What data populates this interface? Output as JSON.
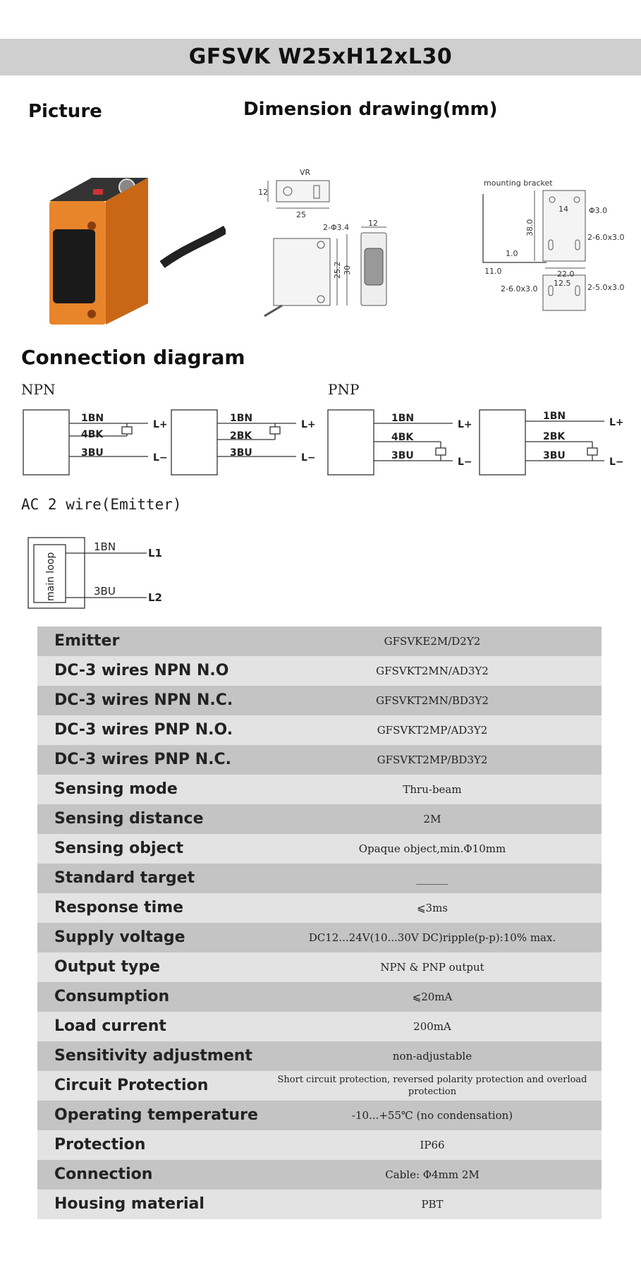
{
  "title": "GFSVK  W25xH12xL30",
  "sections": {
    "picture": "Picture",
    "dimension": "Dimension drawing(mm)",
    "connection": "Connection diagram"
  },
  "dimension_labels": {
    "vr": "VR",
    "h12": "12",
    "w25": "25",
    "hole": "2-Φ3.4",
    "top12": "12",
    "d252": "25.2",
    "d30": "30",
    "bracket": "mounting bracket",
    "b14": "14",
    "b30": "Φ3.0",
    "b380": "38.0",
    "b2603a": "2-6.0x3.0",
    "b10": "1.0",
    "b110": "11.0",
    "b220": "22.0",
    "b125": "12.5",
    "b2603b": "2-6.0x3.0",
    "b2503": "2-5.0x3.0"
  },
  "wiring": {
    "npn": "NPN",
    "pnp": "PNP",
    "ac": "AC 2 wire(Emitter)",
    "bn1": "1BN",
    "bk4": "4BK",
    "bu3": "3BU",
    "bk2": "2BK",
    "lplus": "L+",
    "lminus": "L−",
    "l1": "L1",
    "l2": "L2",
    "mainloop": "main loop"
  },
  "specs": [
    {
      "k": "Emitter",
      "v": "GFSVKE2M/D2Y2"
    },
    {
      "k": "DC-3 wires NPN N.O",
      "v": "GFSVKT2MN/AD3Y2"
    },
    {
      "k": "DC-3 wires NPN N.C.",
      "v": "GFSVKT2MN/BD3Y2"
    },
    {
      "k": "DC-3 wires PNP N.O.",
      "v": "GFSVKT2MP/AD3Y2"
    },
    {
      "k": "DC-3 wires PNP N.C.",
      "v": "GFSVKT2MP/BD3Y2"
    },
    {
      "k": "Sensing mode",
      "v": "Thru-beam"
    },
    {
      "k": "Sensing distance",
      "v": "2M"
    },
    {
      "k": "Sensing object",
      "v": "Opaque object,min.Φ10mm"
    },
    {
      "k": "Standard target",
      "v": "______"
    },
    {
      "k": "Response time",
      "v": "⩽3ms"
    },
    {
      "k": "Supply voltage",
      "v": "DC12...24V(10...30V DC)ripple(p-p):10% max."
    },
    {
      "k": "Output type",
      "v": "NPN & PNP output"
    },
    {
      "k": "Consumption",
      "v": "⩽20mA"
    },
    {
      "k": "Load current",
      "v": "200mA"
    },
    {
      "k": "Sensitivity adjustment",
      "v": "non-adjustable"
    },
    {
      "k": "Circuit Protection",
      "v": "Short circuit protection, reversed polarity protection and overload protection"
    },
    {
      "k": "Operating temperature",
      "v": "-10...+55℃ (no condensation)"
    },
    {
      "k": "Protection",
      "v": "IP66"
    },
    {
      "k": "Connection",
      "v": "Cable: Φ4mm 2M"
    },
    {
      "k": "Housing material",
      "v": "PBT"
    }
  ],
  "colors": {
    "sensor_body": "#e8842a",
    "row_dark": "#c4c4c4",
    "row_light": "#e3e3e3"
  }
}
